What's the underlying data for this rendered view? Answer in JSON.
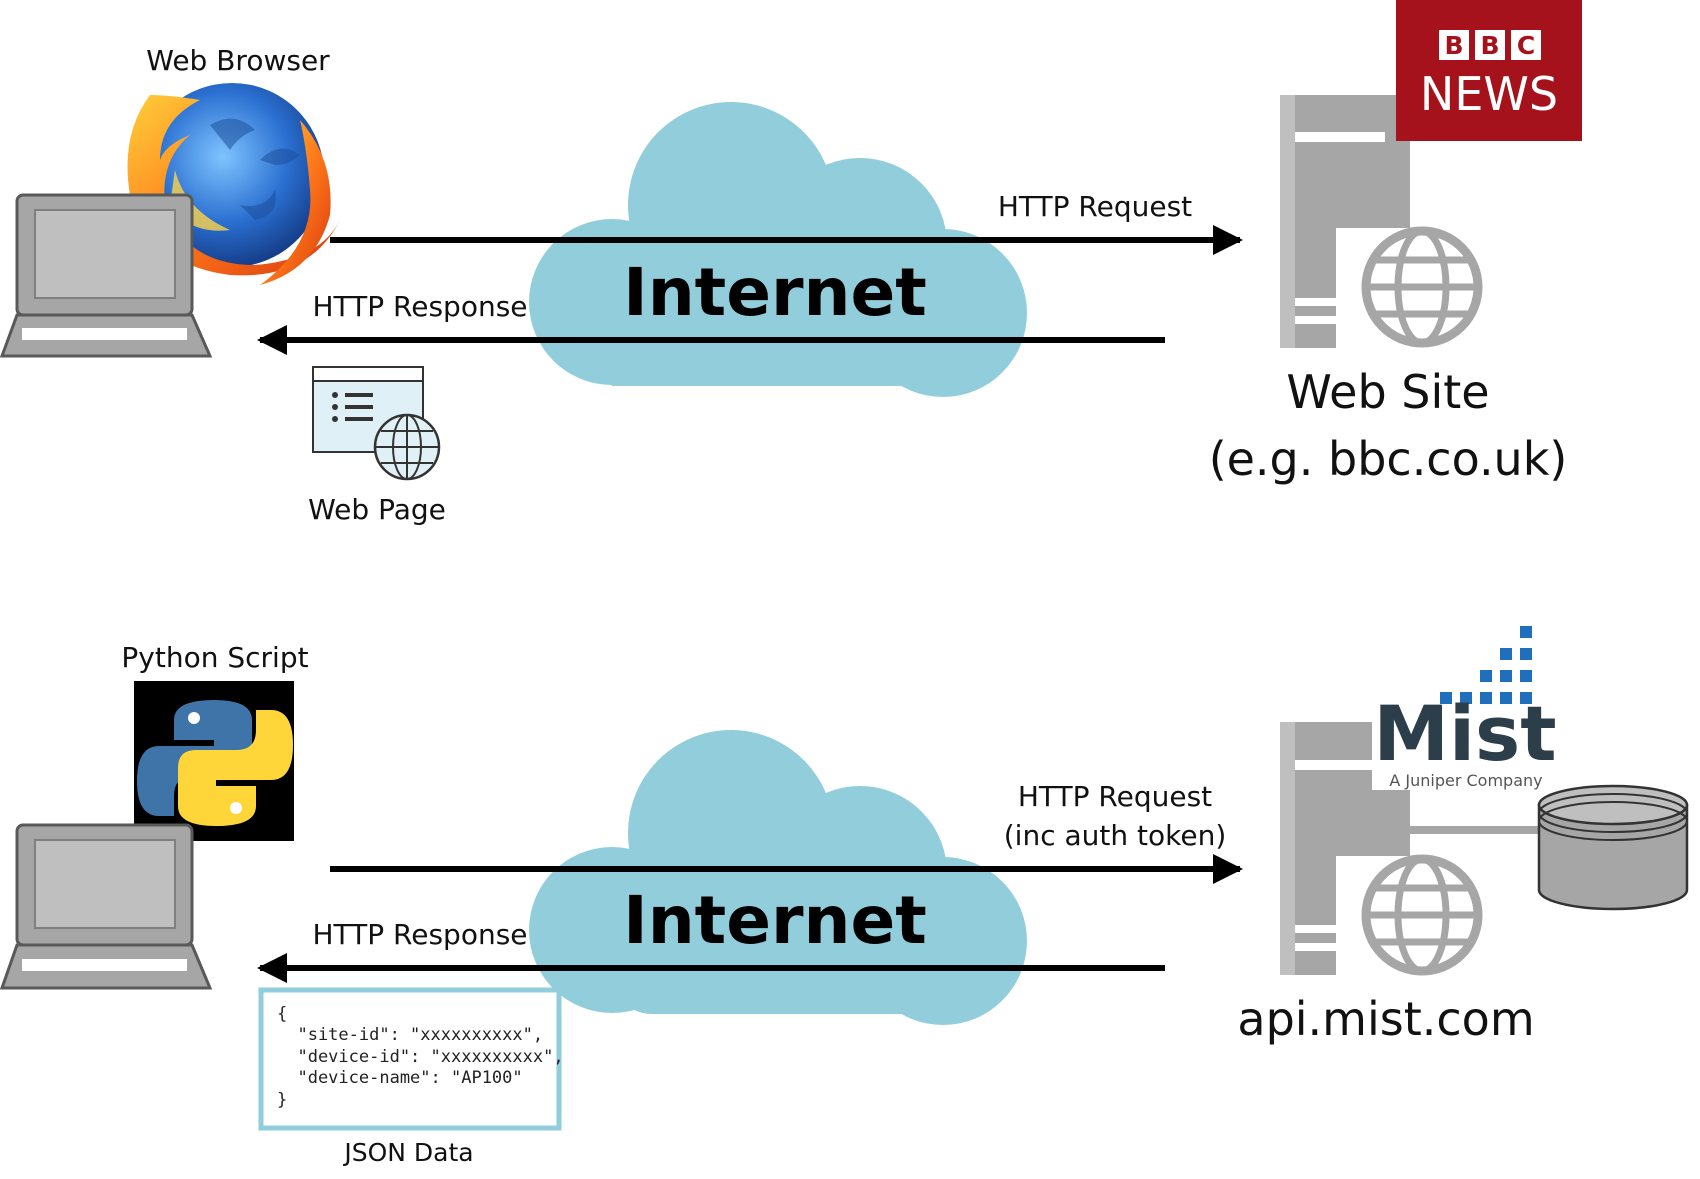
{
  "top": {
    "client_label": "Web Browser",
    "cloud_label": "Internet",
    "request_label": "HTTP Request",
    "response_label": "HTTP Response",
    "payload_label": "Web Page",
    "server_label": "Web Site",
    "server_sublabel": "(e.g. bbc.co.uk)",
    "brand_logo": {
      "line1": "BBC",
      "line2": "NEWS",
      "color": "#a5121b"
    }
  },
  "bottom": {
    "client_label": "Python Script",
    "cloud_label": "Internet",
    "request_label": "HTTP Request",
    "request_sublabel": "(inc auth token)",
    "response_label": "HTTP Response",
    "json_lines": [
      "{",
      "  \"site-id\": \"xxxxxxxxxx\",",
      "  \"device-id\": \"xxxxxxxxxx\",",
      "  \"device-name\": \"AP100\"",
      "}"
    ],
    "payload_label": "JSON Data",
    "server_label": "api.mist.com",
    "brand_logo": {
      "name": "Mist",
      "tagline": "A Juniper Company",
      "color": "#2d3e4b",
      "dots_color": "#1f6fbd"
    }
  },
  "colors": {
    "cloud": "#92cddc",
    "server": "#a6a6a6",
    "laptop": "#a6a6a6",
    "arrow": "#000000",
    "json_border": "#92cddc"
  }
}
